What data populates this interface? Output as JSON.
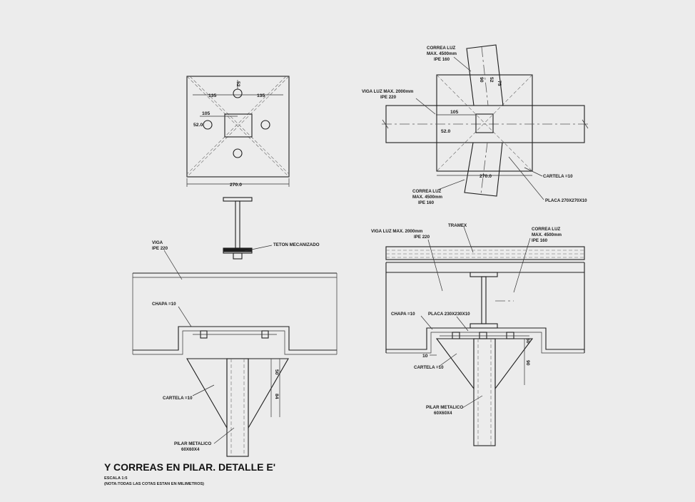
{
  "title": "Y CORREAS EN PILAR. DETALLE E'",
  "scale": "ESCALA 1:5",
  "note": "(NOTA:TODAS LAS COTAS ESTAN EN MILIMETROS)",
  "plate_plan": {
    "dim_135_left": "135",
    "dim_135_right": "135",
    "dim_52_top": "52",
    "dim_105": "105",
    "dim_52_left": "52.0",
    "dim_270": "270.0"
  },
  "top_plan": {
    "correa_top": [
      "CORREA LUZ",
      "MAX. 4500mm",
      "IPE 160"
    ],
    "viga": [
      "VIGA LUZ MAX. 2000mm",
      "IPE 220"
    ],
    "dim_105": "105",
    "dim_52": "52.0",
    "dim_270": "270.0",
    "dim_90": "90",
    "dim_52_v": "52",
    "dim_75": "75",
    "cartela": "CARTELA =10",
    "correa_bottom": [
      "CORREA LUZ",
      "MAX. 4500mm",
      "IPE 160"
    ],
    "placa": "PLACA 270X270X10"
  },
  "left_section": {
    "teton": "TETON MECANIZADO",
    "viga": [
      "VIGA",
      "IPE 220"
    ],
    "chapa": "CHAPA =10",
    "cartela": "CARTELA =10",
    "dim_50": "50",
    "dim_84": "84",
    "pilar": [
      "PILAR METALICO",
      "60X60X4"
    ]
  },
  "right_section": {
    "viga": [
      "VIGA LUZ MAX. 2000mm",
      "IPE 220"
    ],
    "tramex": "TRAMEX",
    "correa": [
      "CORREA LUZ",
      "MAX. 4500mm",
      "IPE 160"
    ],
    "chapa": "CHAPA =10",
    "placa": "PLACA 230X230X10",
    "dim_10": "10",
    "cartela": "CARTELA =10",
    "dim_50": "50",
    "dim_90": "90",
    "pilar": [
      "PILAR METALICO",
      "60X60X4"
    ]
  }
}
